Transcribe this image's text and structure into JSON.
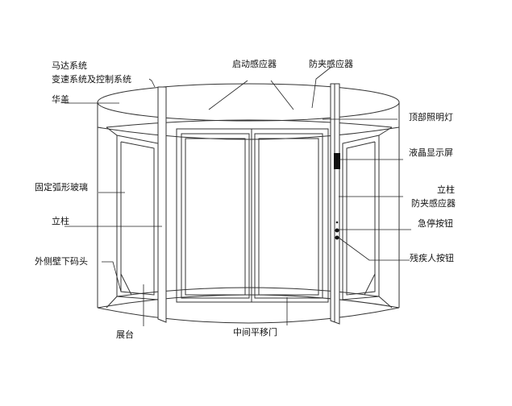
{
  "labels": {
    "motor_system": "马达系统",
    "speed_control": "变速系统及控制系统",
    "canopy": "华盖",
    "start_sensor": "启动感应器",
    "anti_pinch_sensor_top": "防夹感应器",
    "top_light": "顶部照明灯",
    "lcd_screen": "液晶显示屏",
    "curved_glass": "固定弧形玻璃",
    "post_left": "立柱",
    "post_right": "立柱",
    "anti_pinch_sensor_right": "防夹感应器",
    "emergency_button": "急停按钮",
    "disabled_button": "残疾人按钮",
    "outer_wall_bracket": "外侧壁下码头",
    "platform": "展台",
    "center_sliding_door": "中间平移门"
  }
}
